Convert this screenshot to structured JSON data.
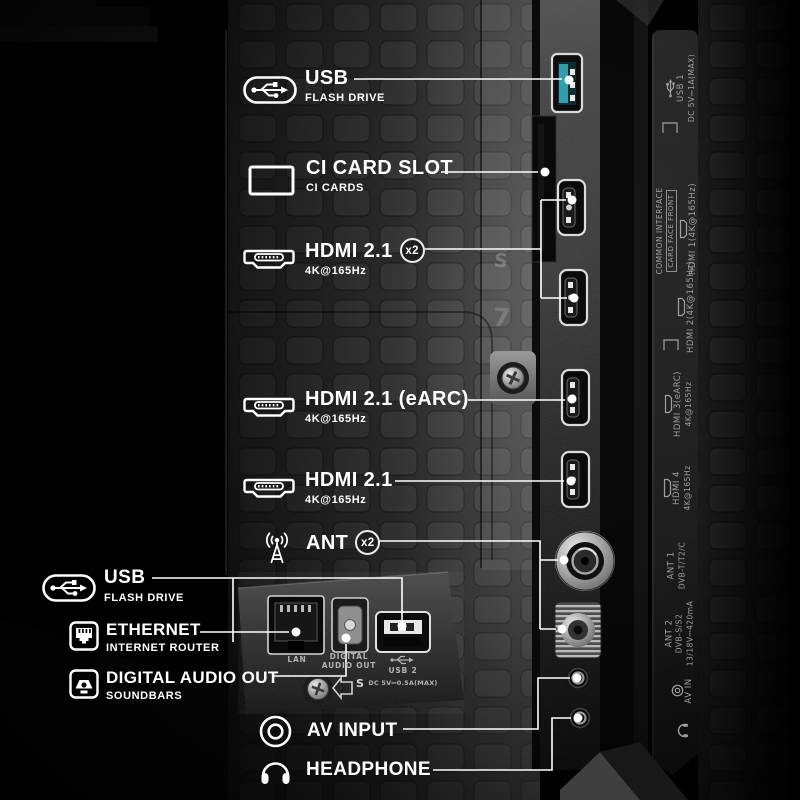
{
  "title": "TV rear panel connections diagram",
  "colors": {
    "background": "#000000",
    "label_text": "#ffffff",
    "leader_line": "#ffffff",
    "usb_port_blue": "#2f9fae",
    "panel_silkscreen_text": "#a0a0a0"
  },
  "callouts": {
    "usb_top": {
      "icon": "usb-icon",
      "title": "USB",
      "subtitle": "FLASH DRIVE"
    },
    "ci_card_slot": {
      "icon": "ci-card-icon",
      "title": "CI CARD SLOT",
      "subtitle": "CI CARDS"
    },
    "hdmi_x2": {
      "icon": "hdmi-icon",
      "title": "HDMI 2.1",
      "badge": "x2",
      "subtitle": "4K@165Hz"
    },
    "hdmi_earc": {
      "icon": "hdmi-icon",
      "title": "HDMI 2.1 (eARC)",
      "subtitle": "4K@165Hz"
    },
    "hdmi_single": {
      "icon": "hdmi-icon",
      "title": "HDMI 2.1",
      "subtitle": "4K@165Hz"
    },
    "ant": {
      "icon": "antenna-icon",
      "title": "ANT",
      "badge": "x2"
    },
    "usb_bottom": {
      "icon": "usb-icon",
      "title": "USB",
      "subtitle": "FLASH DRIVE"
    },
    "ethernet": {
      "icon": "ethernet-icon",
      "title": "ETHERNET",
      "subtitle": "INTERNET ROUTER"
    },
    "digital_audio_out": {
      "icon": "optical-audio-icon",
      "title": "DIGITAL AUDIO OUT",
      "subtitle": "SOUNDBARS"
    },
    "av_input": {
      "icon": "av-jack-icon",
      "title": "AV INPUT"
    },
    "headphone": {
      "icon": "headphone-icon",
      "title": "HEADPHONE"
    }
  },
  "panel_labels": {
    "usb1": {
      "line1": "USB 1",
      "line2": "DC 5V⎓1A(MAX)"
    },
    "common_interface": {
      "line1": "COMMON INTERFACE",
      "line2": "CARD FACE FRONT"
    },
    "hdmi1": {
      "line1": "HDMI 1(4K@165Hz)"
    },
    "hdmi2": {
      "line1": "HDMI 2(4K@165Hz)"
    },
    "hdmi3": {
      "line1": "HDMI 3(eARC)",
      "line2": "4K@165Hz"
    },
    "hdmi4": {
      "line1": "HDMI 4",
      "line2": "4K@165Hz"
    },
    "ant1": {
      "line1": "ANT 1",
      "line2": "DVB-T/T2/C"
    },
    "ant2": {
      "line1": "ANT 2",
      "line2": "DVB-S/S2",
      "line3": "13/18V⎓420mA"
    },
    "av_in": {
      "line1": "AV IN"
    }
  },
  "inset_labels": {
    "lan": "LAN",
    "optical_line1": "DIGITAL",
    "optical_line2": "AUDIO OUT",
    "usb2": "USB 2",
    "usb2_power": "DC 5V⎓0.5A(MAX)",
    "s_mark": "S"
  },
  "molded_marks": {
    "s": "S",
    "seven": "7"
  }
}
